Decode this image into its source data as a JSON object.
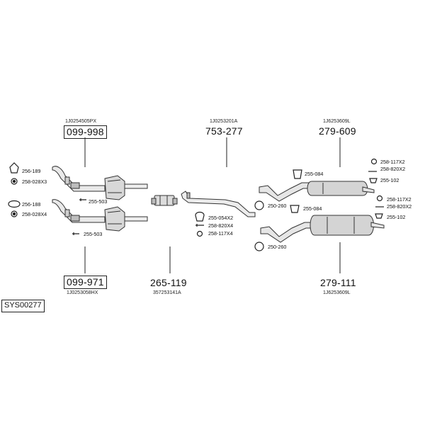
{
  "system_code": "SYS00277",
  "parts": {
    "p099_998": {
      "number": "099-998",
      "oem": "1J0254505PX"
    },
    "p753_277": {
      "number": "753-277",
      "oem": "1J0253201A"
    },
    "p279_609": {
      "number": "279-609",
      "oem": "1J6253609L"
    },
    "p099_971": {
      "number": "099-971",
      "oem": "1J0253058HX"
    },
    "p265_119": {
      "number": "265-119",
      "oem": "357253141A"
    },
    "p279_111": {
      "number": "279-111",
      "oem": "1J6253609L"
    }
  },
  "accessories": {
    "a256_189": "256-189",
    "a258_028X3": "258-028X3",
    "a256_188": "256-188",
    "a258_028X4": "258-028X4",
    "a255_503_top": "255-503",
    "a255_503_bottom": "255-503",
    "a255_054X2": "255-054X2",
    "a258_820X4": "258-820X4",
    "a258_117X4": "258-117X4",
    "a255_084_top": "255-084",
    "a255_084_bottom": "255-084",
    "a250_260_top": "250-260",
    "a250_260_bottom": "250-260",
    "a258_117X2_top": "258-117X2",
    "a258_820X2_top": "258-820X2",
    "a255_102_top": "255-102",
    "a258_117X2_bottom": "258-117X2",
    "a258_820X2_bottom": "258-820X2",
    "a255_102_bottom": "255-102"
  }
}
